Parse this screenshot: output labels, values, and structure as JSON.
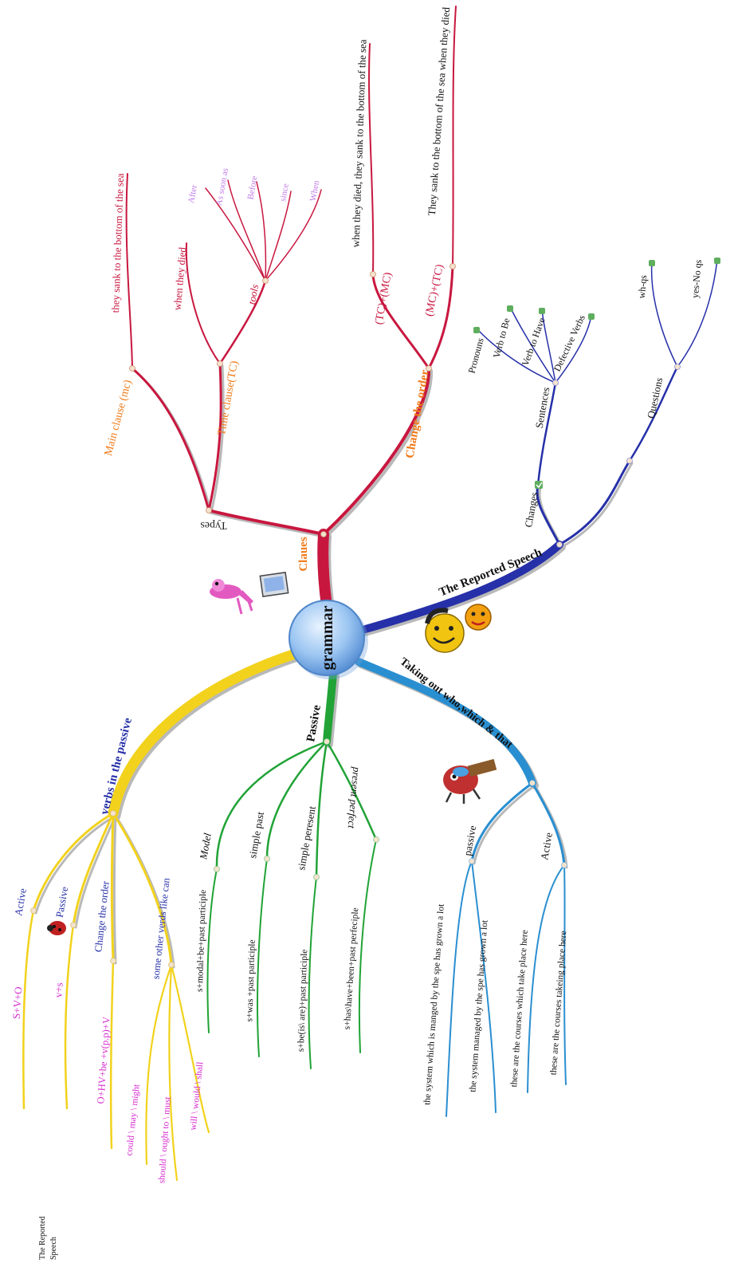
{
  "center": {
    "label": "grammar"
  },
  "clauses": {
    "title": "Claues",
    "types": "Types",
    "main_clause": "Main clause (mc)",
    "main_example": "they sank to the bottom of the sea",
    "time_clause": "Time clause(TC)",
    "time_example": "when they died",
    "tools": "tools",
    "tool_items": [
      "After",
      "As soon as",
      "Before",
      "since",
      "When"
    ],
    "change_order": "Change the order",
    "tc_mc": "(TC)+(MC)",
    "tc_mc_example": "when they died,  they sank to the bottom of the sea",
    "mc_tc": "(MC)+(TC)",
    "mc_tc_example": "They sank to the bottom of the sea when they died"
  },
  "reported": {
    "title": "The Reported Speech",
    "changes": "Changes",
    "sentences": "Sentences",
    "sentence_items": [
      "Pronouns",
      "Verb to Be",
      "Verb to Have",
      "Defective Verbs"
    ],
    "questions": "Questions",
    "question_items": [
      "wh-qs",
      "yes-No qs"
    ]
  },
  "taking_out": {
    "title": "Taking out who,which & that",
    "passive": "passive",
    "passive_items": [
      "the system which is manged by the spe has grown a lot",
      "the system managed by the spe has grown a lot"
    ],
    "active": "Active",
    "active_items": [
      "these are the courses which take place here",
      "these are the courses takeing place here"
    ]
  },
  "passive": {
    "title": "Passive",
    "items": [
      {
        "label": "Model",
        "formula": "s+modal+be+past  participle"
      },
      {
        "label": "simple past",
        "formula": "s+was +past  participle"
      },
      {
        "label": "simple peresent",
        "formula": "s+be(is\\ are)+past  participle"
      },
      {
        "label": "present perfect",
        "formula": "s+has\\have+been+past perfeciple"
      }
    ]
  },
  "verbs_passive": {
    "title": "verbs in the passive",
    "active": "Active",
    "active_formula": "S+V+O",
    "passive": "Passive",
    "passive_formula": "v+s",
    "change_order": "Change the order",
    "change_formula": "O+HV+be +v(p.p)+V",
    "other_verbs": "some other verds like can",
    "other_items": [
      "could \\ may \\ might",
      "should \\ ought to \\ must",
      "will \\ would \\ shall"
    ]
  },
  "footer": {
    "line1": "The Reported",
    "line2": "Speech"
  },
  "colors": {
    "red": "#c8173f",
    "blue": "#2630a8",
    "cyan": "#2a8fd0",
    "green": "#21a336",
    "yellow": "#f2d21c",
    "orange": "#f07a18",
    "pink": "#d62ad0",
    "violet": "#c07ae6",
    "shadow": "#b9b9b9"
  },
  "icons": [
    "flamingo-computer-icon",
    "smiley-faces-icon",
    "bug-character-icon",
    "ladybug-icon"
  ]
}
